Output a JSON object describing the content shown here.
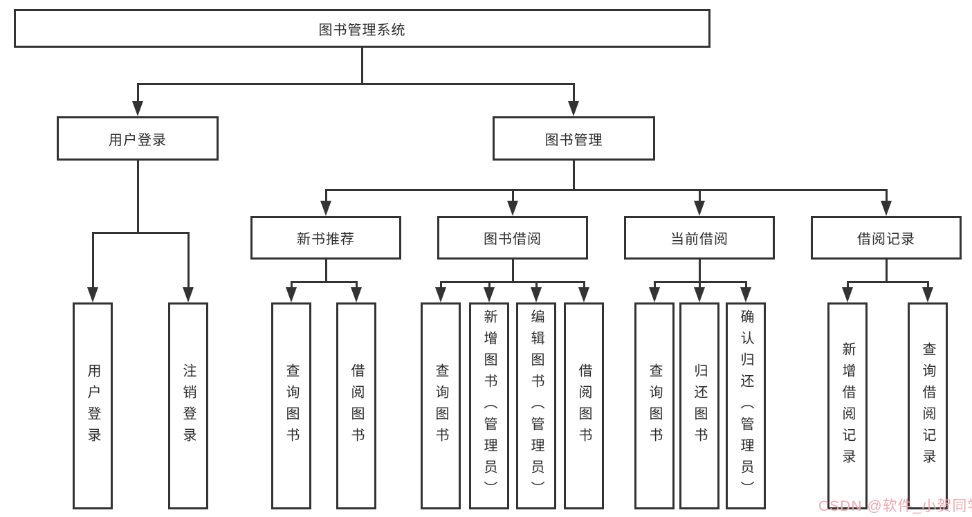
{
  "diagram": {
    "root": "图书管理系统",
    "branches": [
      {
        "label": "用户登录",
        "children": [
          "用户登录",
          "注销登录"
        ]
      },
      {
        "label": "图书管理",
        "children": [
          {
            "label": "新书推荐",
            "children": [
              "查询图书",
              "借阅图书"
            ]
          },
          {
            "label": "图书借阅",
            "children": [
              "查询图书",
              "新增图书（管理员）",
              "编辑图书（管理员）",
              "借阅图书"
            ]
          },
          {
            "label": "当前借阅",
            "children": [
              "查询图书",
              "归还图书",
              "确认归还（管理员）"
            ]
          },
          {
            "label": "借阅记录",
            "children": [
              "新增借阅记录",
              "查询借阅记录"
            ]
          }
        ]
      }
    ]
  },
  "watermark": "CSDN @软件_小贺同学",
  "colors": {
    "line": "#333333",
    "text": "#2b2b2b",
    "watermark": "#f4a7b0",
    "background": "#ffffff"
  }
}
